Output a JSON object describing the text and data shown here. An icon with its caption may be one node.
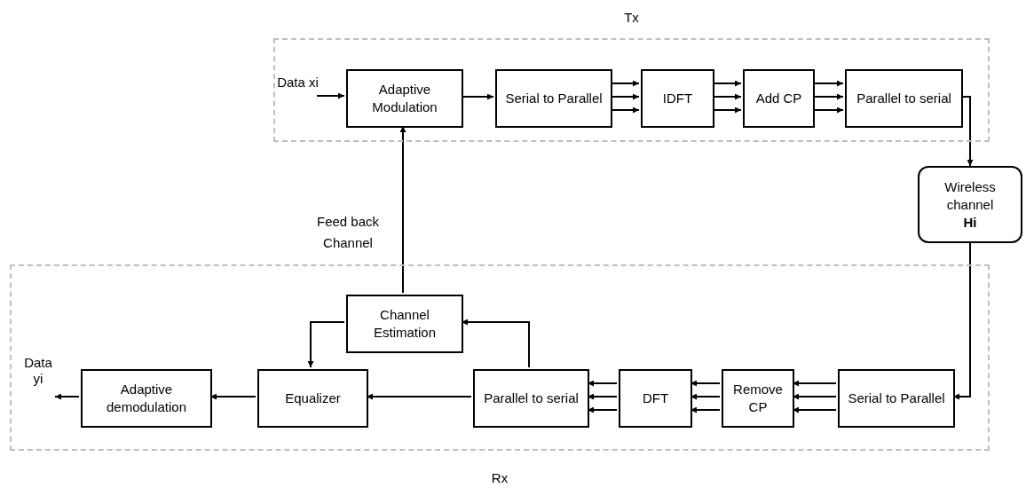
{
  "diagram": {
    "nodes": [
      {
        "text": [
          "Tx"
        ]
      },
      {
        "text": [
          "Adaptive Modulation"
        ],
        "in": 0
      },
      {
        "text": [
          "Serial to Parallel"
        ],
        "in": 0
      },
      {
        "text": [
          "IDFT"
        ],
        "in": 0
      },
      {
        "text": [
          "Add CP"
        ],
        "in": 0
      },
      {
        "text": [
          "Parallel to serial"
        ],
        "in": 0
      },
      {
        "text": [
          "Wireless channel",
          "Hi"
        ]
      },
      {
        "text": [
          "Rx"
        ]
      },
      {
        "text": [
          "Channel Estimation"
        ],
        "in": 7
      },
      {
        "text": [
          "Adaptive demodulation"
        ],
        "in": 7
      },
      {
        "text": [
          "Equalizer"
        ],
        "in": 7
      },
      {
        "text": [
          "Parallel to serial"
        ],
        "in": 7
      },
      {
        "text": [
          "DFT"
        ],
        "in": 7
      },
      {
        "text": [
          "Remove CP"
        ],
        "in": 7
      },
      {
        "text": [
          "Serial to Parallel"
        ],
        "in": 7
      },
      {
        "text": [
          "Data xi"
        ],
        "in": 0
      },
      {
        "text": [
          "Data yi"
        ],
        "in": 7
      }
    ],
    "edges": [
      {
        "from": 15,
        "to": 1,
        "arrow": "to"
      },
      {
        "from": 1,
        "to": 2,
        "arrow": "to"
      },
      {
        "from": 2,
        "to": 3,
        "arrow": "to"
      },
      {
        "from": 2,
        "to": 3,
        "arrow": "to"
      },
      {
        "from": 2,
        "to": 3,
        "arrow": "to"
      },
      {
        "from": 3,
        "to": 4,
        "arrow": "to"
      },
      {
        "from": 3,
        "to": 4,
        "arrow": "to"
      },
      {
        "from": 3,
        "to": 4,
        "arrow": "to"
      },
      {
        "from": 4,
        "to": 5,
        "arrow": "to"
      },
      {
        "from": 4,
        "to": 5,
        "arrow": "to"
      },
      {
        "from": 4,
        "to": 5,
        "arrow": "to"
      },
      {
        "from": 5,
        "to": 6,
        "arrow": "to"
      },
      {
        "from": 6,
        "to": 14,
        "arrow": "to"
      },
      {
        "from": 14,
        "to": 13,
        "arrow": "to"
      },
      {
        "from": 14,
        "to": 13,
        "arrow": "to"
      },
      {
        "from": 14,
        "to": 13,
        "arrow": "to"
      },
      {
        "from": 13,
        "to": 12,
        "arrow": "to"
      },
      {
        "from": 13,
        "to": 12,
        "arrow": "to"
      },
      {
        "from": 13,
        "to": 12,
        "arrow": "to"
      },
      {
        "from": 12,
        "to": 11,
        "arrow": "to"
      },
      {
        "from": 12,
        "to": 11,
        "arrow": "to"
      },
      {
        "from": 12,
        "to": 11,
        "arrow": "to"
      },
      {
        "from": 11,
        "to": 10,
        "arrow": "to"
      },
      {
        "from": 11,
        "to": 8,
        "arrow": "to"
      },
      {
        "from": 8,
        "to": 10,
        "arrow": "to"
      },
      {
        "from": 10,
        "to": 9,
        "arrow": "to"
      },
      {
        "from": 9,
        "to": 16,
        "arrow": "to"
      },
      {
        "from": 8,
        "to": 1,
        "arrow": "to",
        "label": "Feed back Channel"
      }
    ]
  }
}
